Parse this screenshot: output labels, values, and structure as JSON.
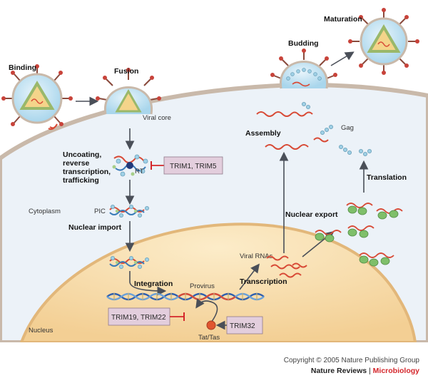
{
  "stages": {
    "binding": "Binding",
    "fusion": "Fusion",
    "budding": "Budding",
    "maturation": "Maturation",
    "uncoating_line1": "Uncoating,",
    "uncoating_line2": "reverse",
    "uncoating_line3": "transcription,",
    "uncoating_line4": "trafficking",
    "nuclear_import": "Nuclear import",
    "integration": "Integration",
    "transcription": "Transcription",
    "nuclear_export": "Nuclear export",
    "translation": "Translation",
    "assembly": "Assembly"
  },
  "labels": {
    "viral_core": "Viral core",
    "rt": "RT",
    "cytoplasm": "Cytoplasm",
    "pic": "PIC",
    "viral_rnas": "Viral RNAs",
    "provirus": "Provirus",
    "tat_tas": "Tat/Tas",
    "nucleus": "Nucleus",
    "gag": "Gag"
  },
  "restriction_factors": {
    "trim1_trim5": "TRIM1, TRIM5",
    "trim19_trim22": "TRIM19, TRIM22",
    "trim32": "TRIM32"
  },
  "footer": {
    "copyright": "Copyright © 2005 Nature Publishing Group",
    "publisher": "Nature Reviews",
    "separator": "|",
    "journal": "Microbiology"
  },
  "colors": {
    "cell_fill": "#ecf2f8",
    "nucleus_fill": "#f8dfb3",
    "membrane": "#c9b9aa",
    "trim_box": "#e3cedd",
    "inhibit": "#d4262b",
    "arrow": "#4a4f58",
    "rna": "#d84a36",
    "gag": "#7fbf6a"
  }
}
